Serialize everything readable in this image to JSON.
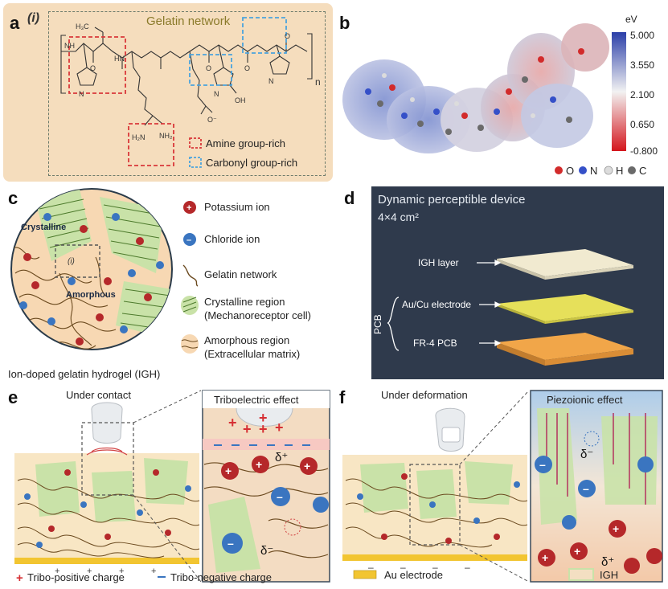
{
  "panel_a": {
    "label": "a",
    "sub_label": "(i)",
    "title": "Gelatin network",
    "subscript": "n",
    "legend": [
      {
        "text": "Amine group-rich",
        "color": "#d9373a"
      },
      {
        "text": "Carbonyl group-rich",
        "color": "#4aa3dd"
      }
    ],
    "atoms": {
      "h3c": "H₃C",
      "nh": "NH",
      "hn": "HN",
      "n": "N",
      "o": "O",
      "h2n": "H₂N",
      "nh2": "NH₂",
      "oh": "OH",
      "o_minus": "O⁻"
    },
    "bg_color": "#f5ddbd"
  },
  "panel_b": {
    "label": "b",
    "colorbar_unit": "eV",
    "colorbar_ticks": [
      "5.000",
      "3.550",
      "2.100",
      "0.650",
      "-0.800"
    ],
    "atom_legend": [
      {
        "symbol": "O",
        "color": "#d22b2b"
      },
      {
        "symbol": "N",
        "color": "#3550c8"
      },
      {
        "symbol": "H",
        "color": "#dcdcdc"
      },
      {
        "symbol": "C",
        "color": "#6a6a6a"
      }
    ]
  },
  "panel_c": {
    "label": "c",
    "crystalline": "Crystalline",
    "amorphous": "Amorphous",
    "inset_label": "(i)",
    "caption": "Ion-doped gelatin hydrogel (IGH)",
    "legend": [
      {
        "key": "potassium",
        "text": "Potassium ion"
      },
      {
        "key": "chloride",
        "text": "Chloride ion"
      },
      {
        "key": "network",
        "text": "Gelatin network"
      },
      {
        "key": "crystal",
        "text": "Crystalline region",
        "text2": "(Mechanoreceptor cell)"
      },
      {
        "key": "amorph",
        "text": "Amorphous region",
        "text2": "(Extracellular matrix)"
      }
    ]
  },
  "panel_d": {
    "label": "d",
    "title": "Dynamic perceptible device",
    "size": "4×4 cm²",
    "layers": [
      "IGH layer",
      "Au/Cu electrode",
      "FR-4 PCB"
    ],
    "group_label": "PCB"
  },
  "panel_e": {
    "label": "e",
    "title": "Under contact",
    "inset_title": "Triboelectric effect",
    "delta_plus": "δ⁺",
    "delta_minus": "δ⁻",
    "legend_pos": "Tribo-positive charge",
    "legend_neg": "Tribo-negative charge"
  },
  "panel_f": {
    "label": "f",
    "title": "Under deformation",
    "inset_title": "Piezoionic effect",
    "delta_minus": "δ⁻",
    "delta_plus": "δ⁺",
    "legend_au": "Au electrode",
    "legend_igh": "IGH"
  }
}
